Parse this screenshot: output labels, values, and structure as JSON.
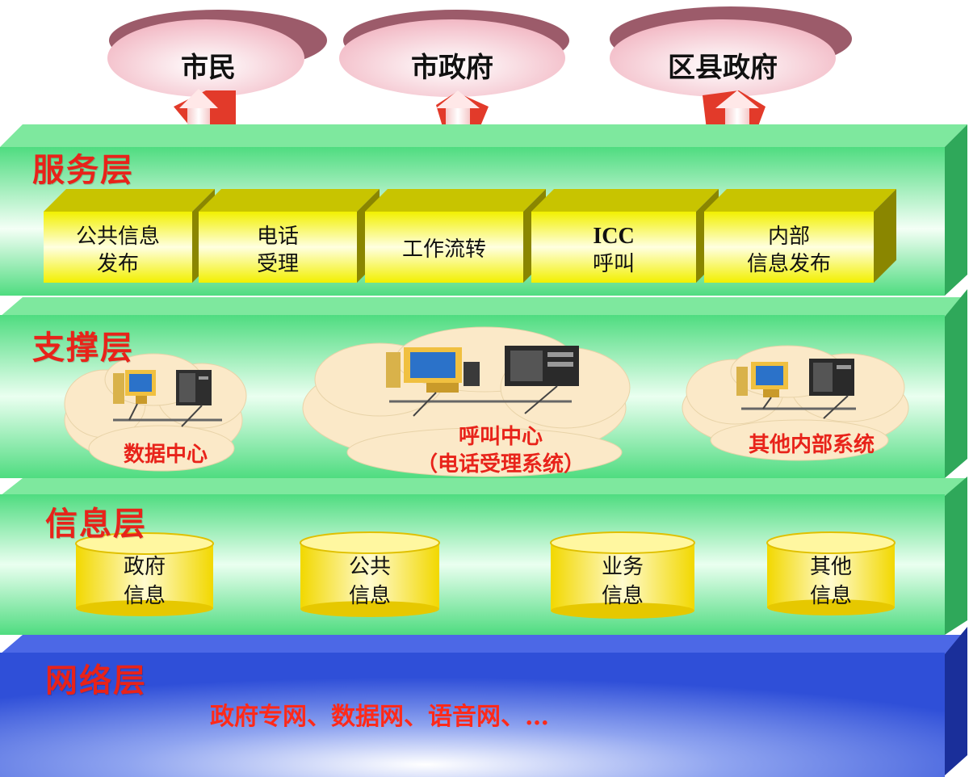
{
  "top_entities": [
    "市民",
    "市政府",
    "区县政府"
  ],
  "layers": {
    "service": {
      "title": "服务层",
      "boxes": [
        {
          "line1": "公共信息",
          "line2": "发布"
        },
        {
          "line1": "电话",
          "line2": "受理"
        },
        {
          "line1": "工作流转",
          "line2": ""
        },
        {
          "line1": "ICC",
          "line2": "呼叫"
        },
        {
          "line1": "内部",
          "line2": "信息发布"
        }
      ]
    },
    "support": {
      "title": "支撑层",
      "clouds": [
        {
          "line1": "数据中心",
          "line2": ""
        },
        {
          "line1": "呼叫中心",
          "line2": "（电话受理系统）"
        },
        {
          "line1": "其他内部系统",
          "line2": ""
        }
      ]
    },
    "info": {
      "title": "信息层",
      "cylinders": [
        {
          "line1": "政府",
          "line2": "信息"
        },
        {
          "line1": "公共",
          "line2": "信息"
        },
        {
          "line1": "业务",
          "line2": "信息"
        },
        {
          "line1": "其他",
          "line2": "信息"
        }
      ]
    },
    "network": {
      "title": "网络层",
      "text": "政府专网、数据网、语音网、…"
    }
  },
  "colors": {
    "layer_green": "#5ee08a",
    "layer_blue": "#2f4fd8",
    "box_yellow": "#f4f200",
    "title_red": "#e8231a",
    "oval_pink": "#f5c8d0"
  }
}
